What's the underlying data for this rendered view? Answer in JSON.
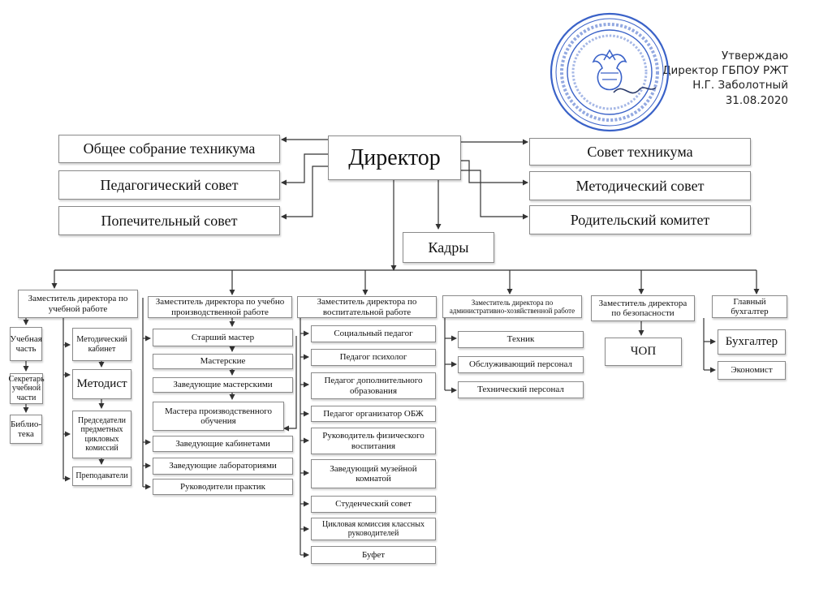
{
  "approval": {
    "line1": "Утверждаю",
    "line2": "Директор ГБПОУ РЖТ",
    "line3": "Н.Г. Заболотный",
    "line4": "31.08.2020"
  },
  "stamp": {
    "icon": "official-seal-with-eagle",
    "color": "#3a62c8"
  },
  "director": "Директор",
  "left_bodies": [
    "Общее собрание техникума",
    "Педагогический совет",
    "Попечительный совет"
  ],
  "right_bodies": [
    "Совет техникума",
    "Методический совет",
    "Родительский комитет"
  ],
  "kadry": "Кадры",
  "deputies": {
    "d1": {
      "title": "Заместитель директора по учебной работе",
      "col_a": [
        "Учебная часть",
        "Секретарь учебной части",
        "Библио-тека"
      ],
      "col_b": [
        "Методический кабинет",
        "Методист",
        "Председатели предметных цикловых комиссий",
        "Преподаватели"
      ]
    },
    "d2": {
      "title": "Заместитель директора по учебно производственной работе",
      "items": [
        "Старший мастер",
        "Мастерские",
        "Заведующие мастерскими",
        "Мастера производственного обучения",
        "Заведующие кабинетами",
        "Заведующие лабораториями",
        "Руководители практик"
      ]
    },
    "d3": {
      "title": "Заместитель директора по воспитательной работе",
      "items": [
        "Социальный педагог",
        "Педагог психолог",
        "Педагог дополнительного образования",
        "Педагог организатор ОБЖ",
        "Руководитель физического воспитания",
        "Заведующий музейной комнатой",
        "Студенческий совет",
        "Цикловая комиссия классных руководителей",
        "Буфет"
      ]
    },
    "d4": {
      "title": "Заместитель директора по административно-хозяйственной работе",
      "items": [
        "Техник",
        "Обслуживающий персонал",
        "Технический персонал"
      ]
    },
    "d5": {
      "title": "Заместитель директора по безопасности",
      "items": [
        "ЧОП"
      ]
    },
    "d6": {
      "title": "Главный бухгалтер",
      "items": [
        "Бухгалтер",
        "Экономист"
      ]
    }
  }
}
